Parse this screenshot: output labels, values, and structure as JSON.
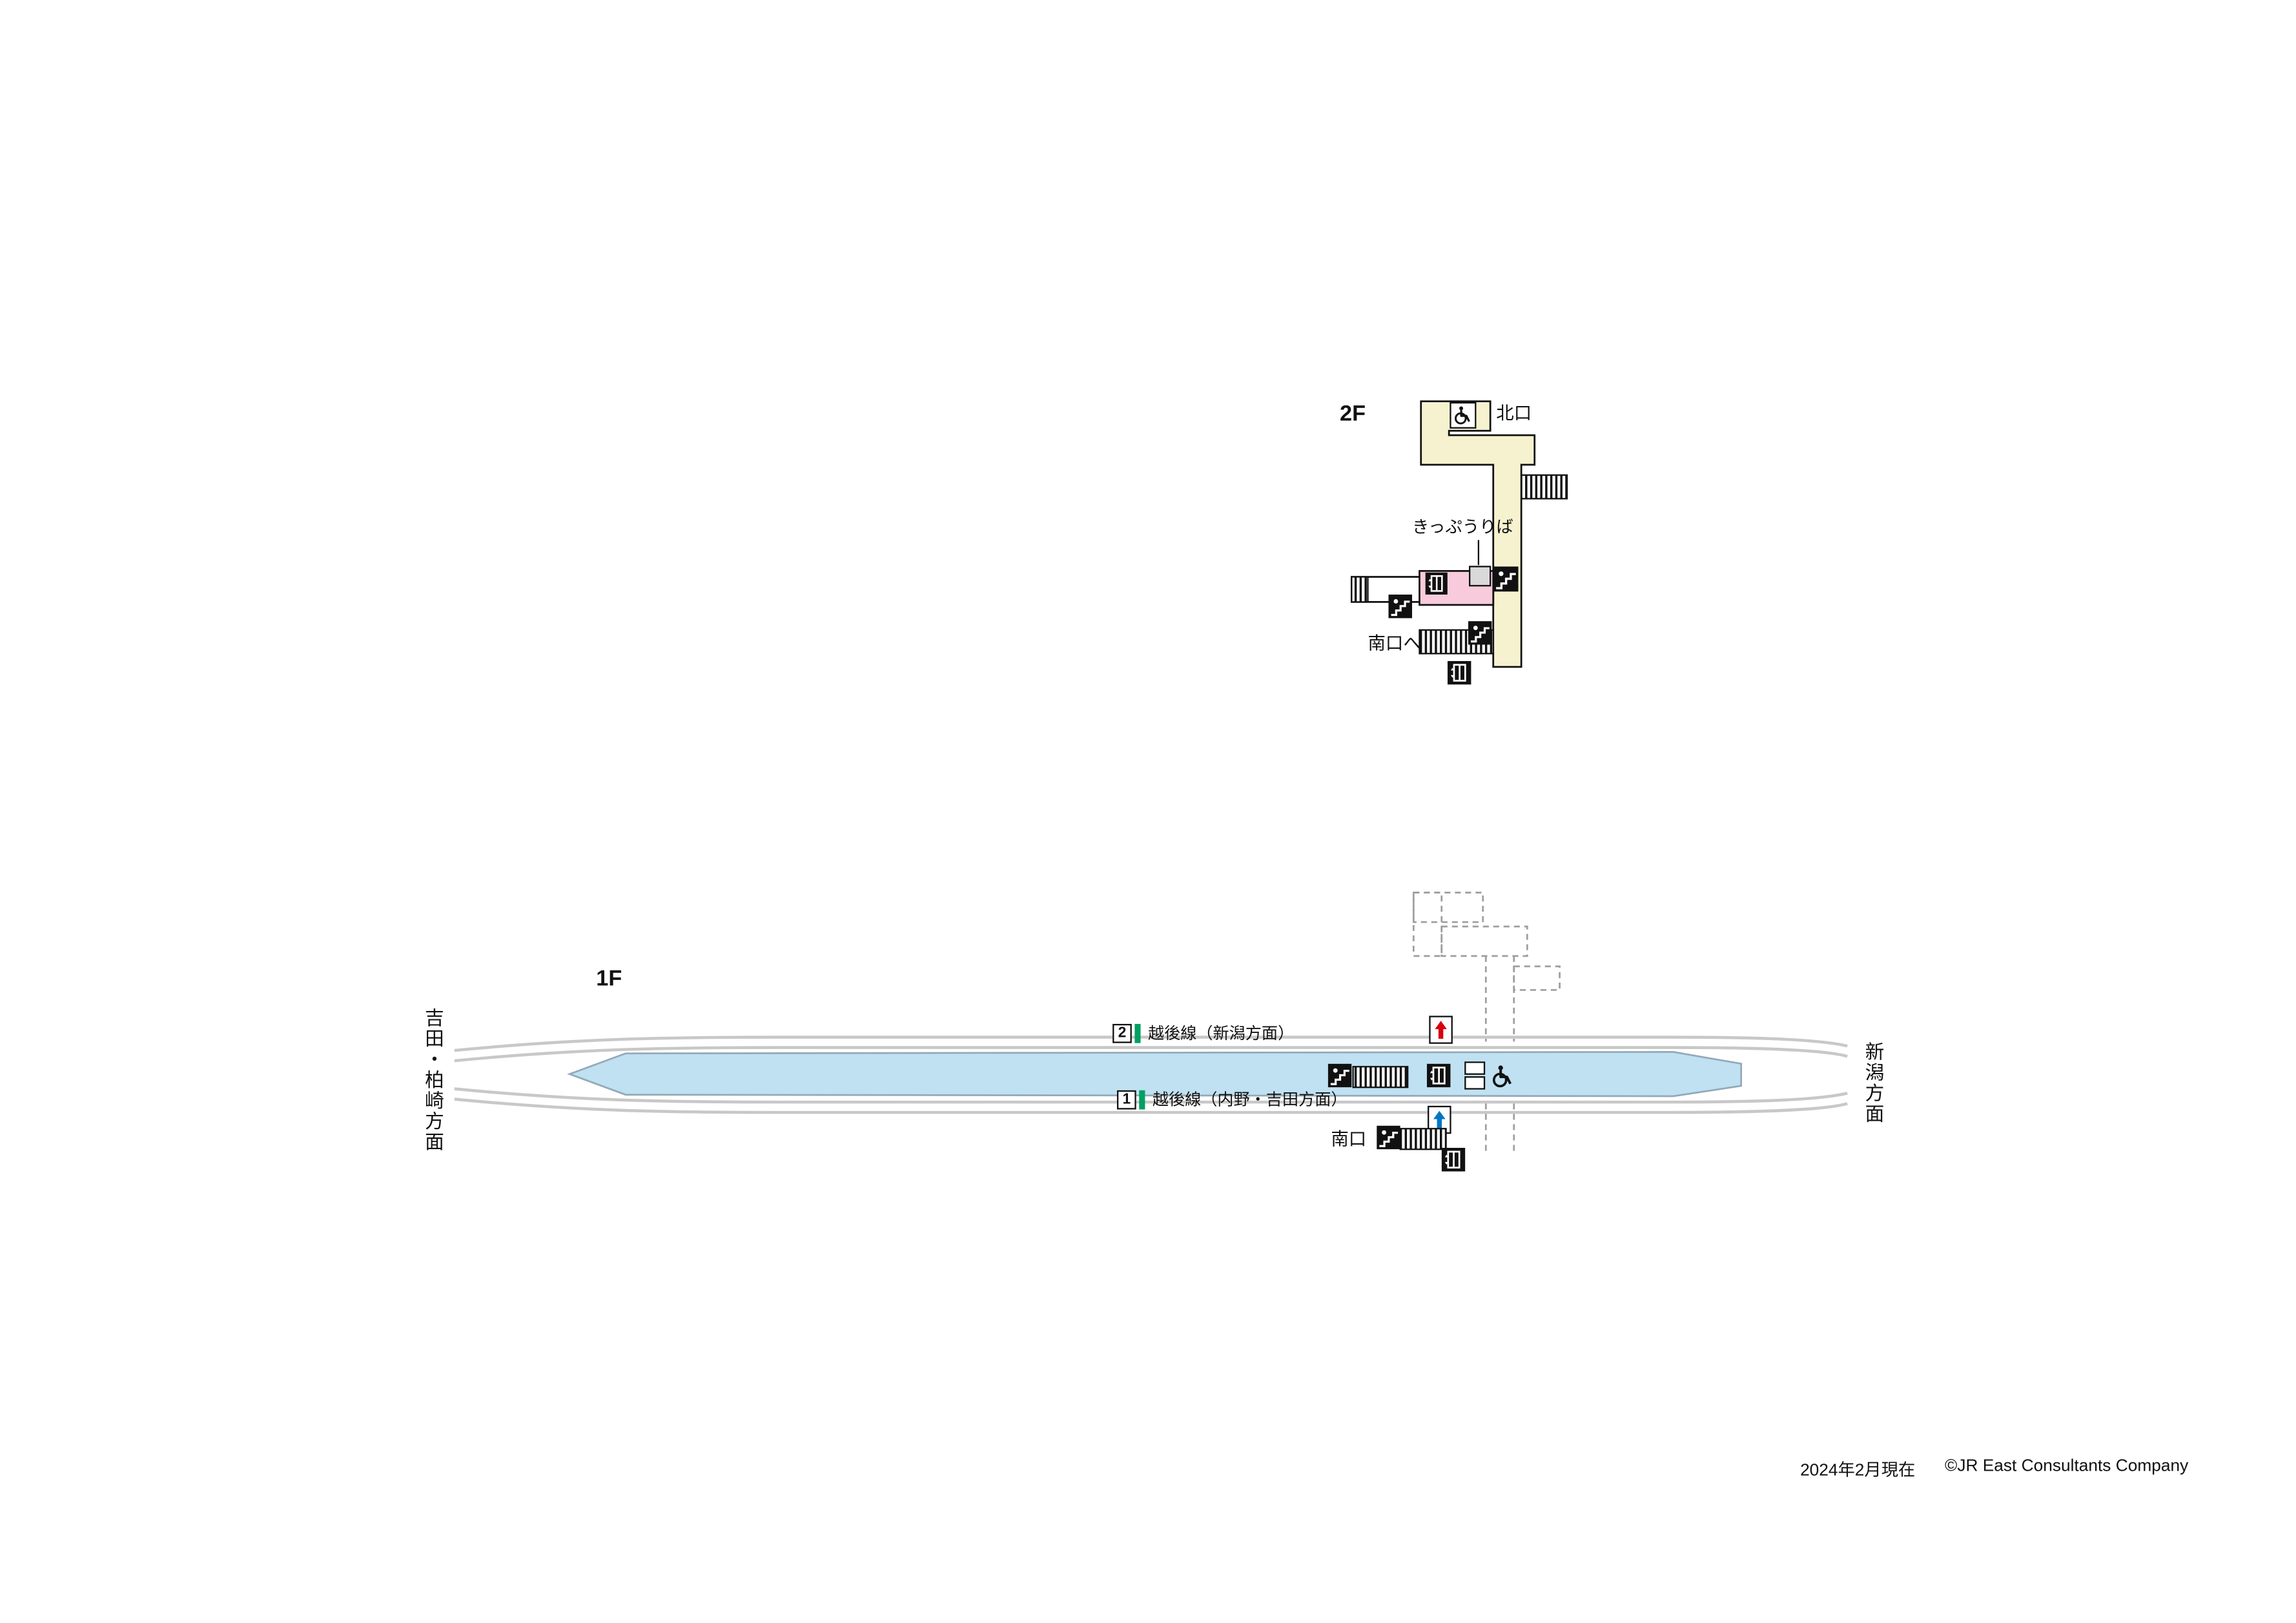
{
  "floors": {
    "f2": {
      "label": "2F",
      "north_exit": "北口",
      "ticket_office": "きっぷうりば",
      "to_south_exit": "南口へ"
    },
    "f1": {
      "label": "1F",
      "south_exit": "南口",
      "direction_left": "吉田・柏崎方面",
      "direction_right": "新潟方面",
      "platforms": [
        {
          "number": "2",
          "line": "越後線（新潟方面）"
        },
        {
          "number": "1",
          "line": "越後線（内野・吉田方面）"
        }
      ]
    }
  },
  "footer": {
    "date": "2024年2月現在",
    "copyright": "©JR East Consultants Company"
  },
  "icons": {
    "stairs": "stairs-icon",
    "elevator": "elevator-icon",
    "wheelchair": "wheelchair-icon",
    "up_arrow_red": "up-arrow-red-icon",
    "up_arrow_blue": "up-arrow-blue-icon"
  },
  "colors": {
    "corridor_yellow": "#F6F2CF",
    "restroom_pink": "#F8CBDC",
    "machines_gray": "#D9D9D9",
    "platform_blue": "#BFE1F2",
    "track_gray": "#C8C8C8",
    "line_badge_green": "#00A063",
    "arrow_red": "#D7000F",
    "arrow_blue": "#0075C2"
  }
}
